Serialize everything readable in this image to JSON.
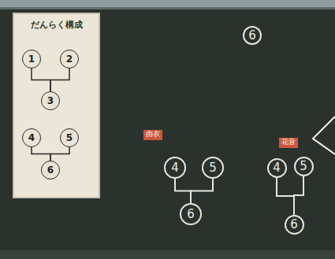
{
  "diagram": {
    "nodes": [
      {
        "text": [
          "だんらく構成"
        ]
      },
      {
        "text": [
          "1"
        ],
        "in": 0
      },
      {
        "text": [
          "2"
        ],
        "in": 0
      },
      {
        "text": [
          "3"
        ],
        "in": 0
      },
      {
        "text": [
          "4"
        ],
        "in": 0
      },
      {
        "text": [
          "5"
        ],
        "in": 0
      },
      {
        "text": [
          "6"
        ],
        "in": 0
      },
      {
        "text": [
          "6"
        ]
      },
      {
        "text": [
          "由衣"
        ]
      },
      {
        "text": [
          "花音"
        ]
      },
      {
        "text": [
          "4"
        ]
      },
      {
        "text": [
          "5"
        ]
      },
      {
        "text": [
          "6"
        ]
      },
      {
        "text": [
          "4"
        ]
      },
      {
        "text": [
          "5"
        ]
      },
      {
        "text": [
          "6"
        ]
      }
    ],
    "edges": [
      {
        "from": 1,
        "to": 3,
        "arrow": "none"
      },
      {
        "from": 2,
        "to": 3,
        "arrow": "none"
      },
      {
        "from": 4,
        "to": 6,
        "arrow": "none"
      },
      {
        "from": 5,
        "to": 6,
        "arrow": "none"
      },
      {
        "from": 10,
        "to": 12,
        "arrow": "none"
      },
      {
        "from": 11,
        "to": 12,
        "arrow": "none"
      },
      {
        "from": 13,
        "to": 15,
        "arrow": "none"
      },
      {
        "from": 14,
        "to": 15,
        "arrow": "none"
      }
    ]
  }
}
